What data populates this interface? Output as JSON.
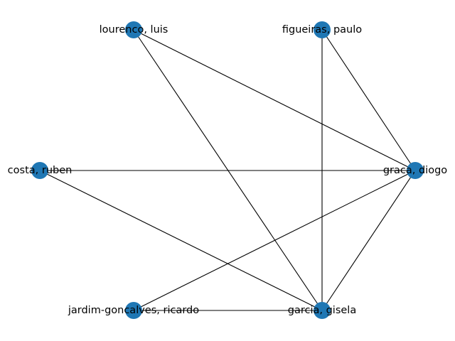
{
  "graph": {
    "node_color": "#1f77b4",
    "edge_color": "#000000",
    "nodes": [
      {
        "id": "luis",
        "label": "lourenco, luis"
      },
      {
        "id": "paulo",
        "label": "figueiras, paulo"
      },
      {
        "id": "ruben",
        "label": "costa, ruben"
      },
      {
        "id": "diogo",
        "label": "graca, diogo"
      },
      {
        "id": "ricardo",
        "label": "jardim-goncalves, ricardo"
      },
      {
        "id": "gisela",
        "label": "garcia, gisela"
      }
    ],
    "edges": [
      [
        "luis",
        "diogo"
      ],
      [
        "luis",
        "gisela"
      ],
      [
        "paulo",
        "diogo"
      ],
      [
        "paulo",
        "gisela"
      ],
      [
        "ruben",
        "diogo"
      ],
      [
        "ruben",
        "gisela"
      ],
      [
        "ricardo",
        "diogo"
      ],
      [
        "ricardo",
        "gisela"
      ],
      [
        "diogo",
        "gisela"
      ]
    ]
  }
}
